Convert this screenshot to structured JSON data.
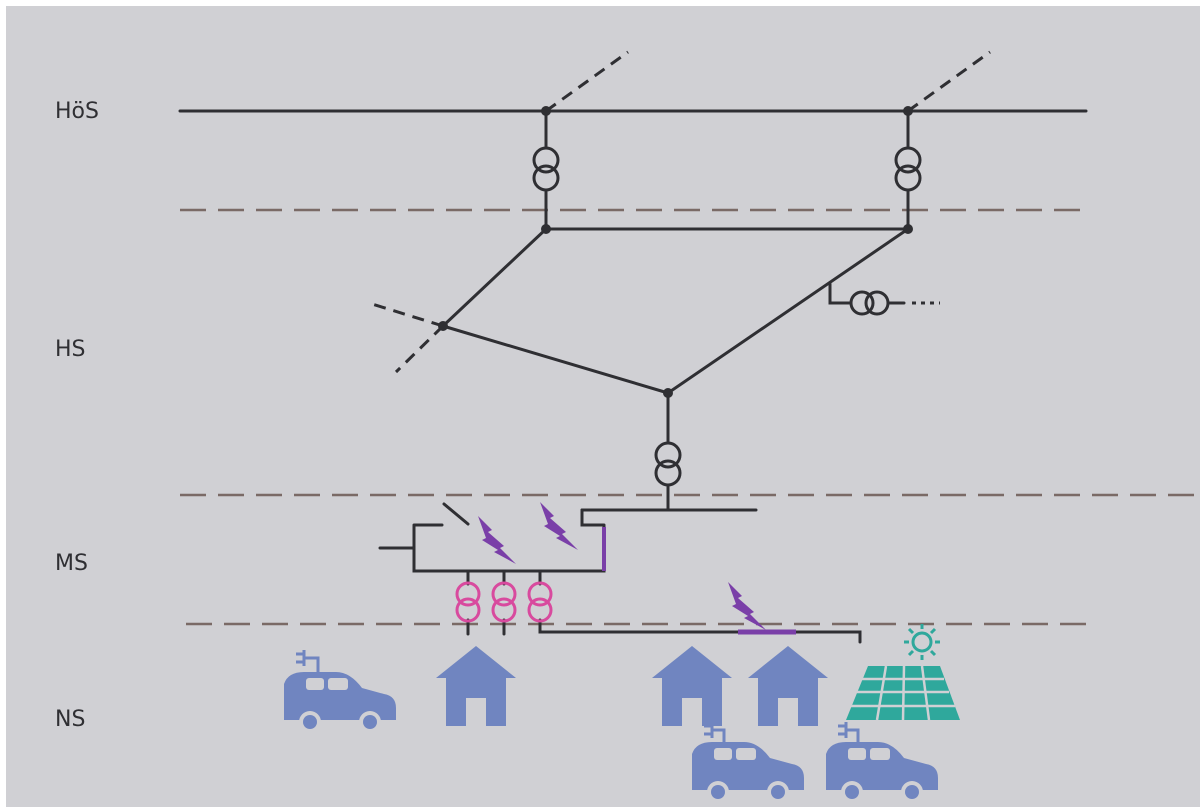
{
  "voltage_levels": [
    {
      "label": "HöS"
    },
    {
      "label": "HS"
    },
    {
      "label": "MS"
    },
    {
      "label": "NS"
    }
  ],
  "colors": {
    "background": "#d0d0d4",
    "line": "#2f2f33",
    "separator": "#7a6a66",
    "fault": "#7a3fa8",
    "transformer_ms_ns": "#d84a9e",
    "consumer": "#7085c0",
    "solar": "#2fa89c"
  },
  "icons": [
    "transformer-icon",
    "switch-icon",
    "lightning-fault-icon",
    "house-icon",
    "electric-car-icon",
    "solar-panel-icon",
    "sun-icon"
  ]
}
